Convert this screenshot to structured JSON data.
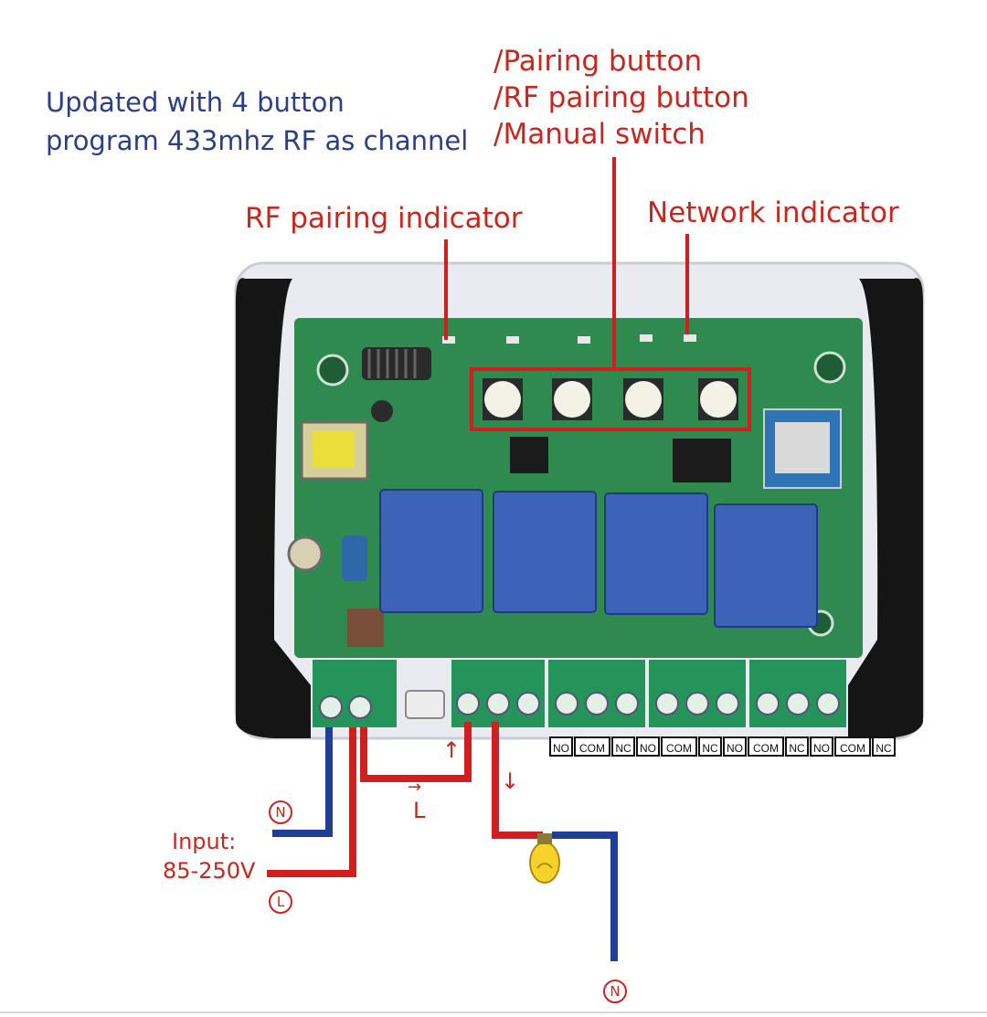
{
  "notes": {
    "update_line1": "Updated with 4 button",
    "update_line2": "program 433mhz RF as channel"
  },
  "labels": {
    "pairing_button": "/Pairing button",
    "rf_pairing_button": "/RF pairing button",
    "manual_switch": "/Manual switch",
    "rf_pairing_indicator": "RF pairing indicator",
    "network_indicator": "Network indicator"
  },
  "wiring": {
    "input_label": "Input:",
    "input_voltage": "85-250V",
    "neutral_symbol": "N",
    "line_symbol": "L",
    "arrow_up": "↑",
    "arrow_down": "↓",
    "l_label": "L",
    "l_arrow": "→"
  },
  "terminals": {
    "relay1": [
      "NO",
      "COM",
      "NC"
    ],
    "relay2": [
      "NO",
      "COM",
      "NC"
    ],
    "relay3": [
      "NO",
      "COM",
      "NC"
    ],
    "relay4": [
      "NO",
      "COM",
      "NC"
    ]
  },
  "colors": {
    "label_red": "#c9261d",
    "note_blue": "#2b3f86",
    "wire_blue": "#1f3f96",
    "wire_red": "#d01f1f",
    "pcb_green": "#2e8a4e",
    "relay_blue": "#3d63b8"
  }
}
